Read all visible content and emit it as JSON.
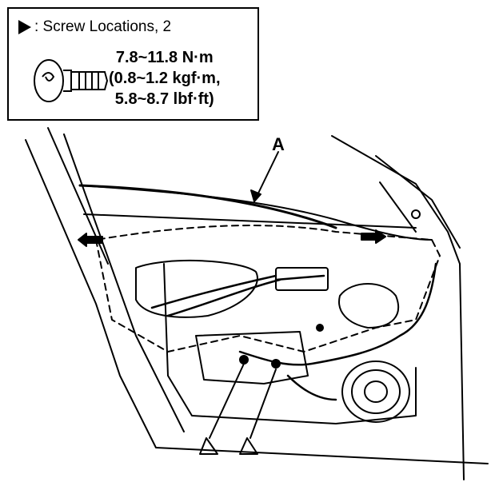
{
  "legend": {
    "marker_label": ": Screw Locations, 2",
    "torque_lines": [
      "7.8~11.8 N·m",
      "(0.8~1.2 kgf·m,",
      "5.8~8.7 lbf·ft)"
    ]
  },
  "callouts": {
    "a": "A"
  },
  "icons": {
    "marker": "filled-triangle-marker",
    "screw": "screw-icon",
    "arrows": "direction-arrow-icon",
    "pointers": "screw-location-triangle-icon"
  }
}
